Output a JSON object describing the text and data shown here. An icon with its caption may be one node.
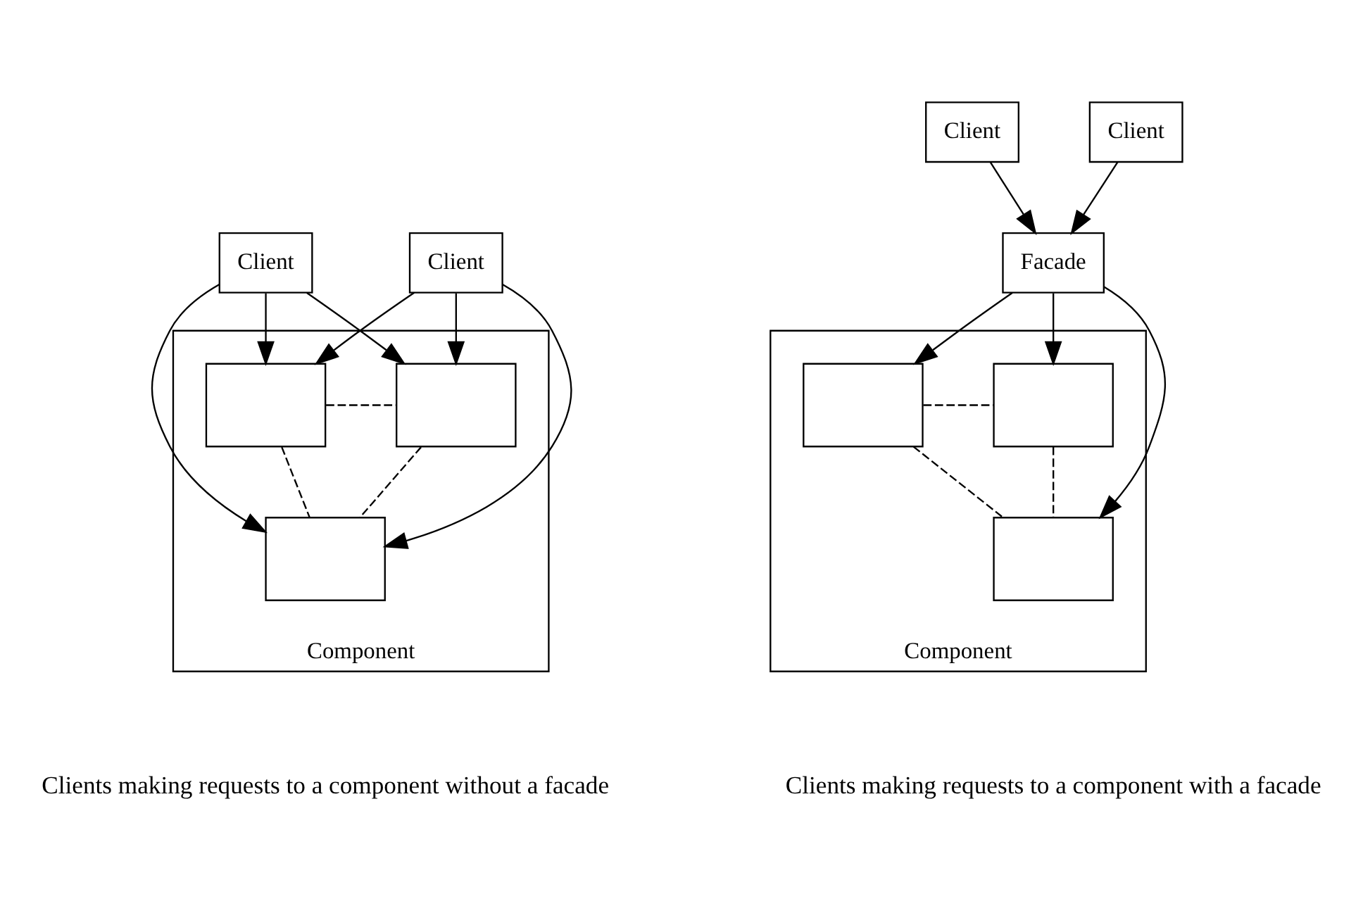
{
  "diagram": {
    "nodes": [
      {
        "text": [
          "Component"
        ]
      },
      {
        "text": [
          "Client"
        ]
      },
      {
        "text": [
          "Client"
        ]
      },
      {
        "text": [],
        "shape": "box",
        "in": 0
      },
      {
        "text": [],
        "shape": "box",
        "in": 0
      },
      {
        "text": [],
        "shape": "box",
        "in": 0
      },
      {
        "text": [
          "Component"
        ]
      },
      {
        "text": [
          "Client"
        ]
      },
      {
        "text": [
          "Client"
        ]
      },
      {
        "text": [
          "Facade"
        ]
      },
      {
        "text": [],
        "shape": "box",
        "in": 6
      },
      {
        "text": [],
        "shape": "box",
        "in": 6
      },
      {
        "text": [],
        "shape": "box",
        "in": 6
      }
    ],
    "edges": [
      {
        "from": 1,
        "to": 3,
        "arrow": "to"
      },
      {
        "from": 1,
        "to": 4,
        "arrow": "to"
      },
      {
        "from": 1,
        "to": 5,
        "arrow": "to"
      },
      {
        "from": 2,
        "to": 3,
        "arrow": "to"
      },
      {
        "from": 2,
        "to": 4,
        "arrow": "to"
      },
      {
        "from": 2,
        "to": 5,
        "arrow": "to"
      },
      {
        "from": 3,
        "to": 4,
        "arrow": "none",
        "style": "dashed"
      },
      {
        "from": 3,
        "to": 5,
        "arrow": "none",
        "style": "dashed"
      },
      {
        "from": 4,
        "to": 5,
        "arrow": "none",
        "style": "dashed"
      },
      {
        "from": 7,
        "to": 9,
        "arrow": "to"
      },
      {
        "from": 8,
        "to": 9,
        "arrow": "to"
      },
      {
        "from": 9,
        "to": 10,
        "arrow": "to"
      },
      {
        "from": 9,
        "to": 11,
        "arrow": "to"
      },
      {
        "from": 9,
        "to": 12,
        "arrow": "to"
      },
      {
        "from": 10,
        "to": 11,
        "arrow": "none",
        "style": "dashed"
      },
      {
        "from": 10,
        "to": 12,
        "arrow": "none",
        "style": "dashed"
      },
      {
        "from": 11,
        "to": 12,
        "arrow": "none",
        "style": "dashed"
      }
    ],
    "labels": [
      "Clients making requests to a component without a facade",
      "Clients making requests to a component with a facade"
    ]
  }
}
